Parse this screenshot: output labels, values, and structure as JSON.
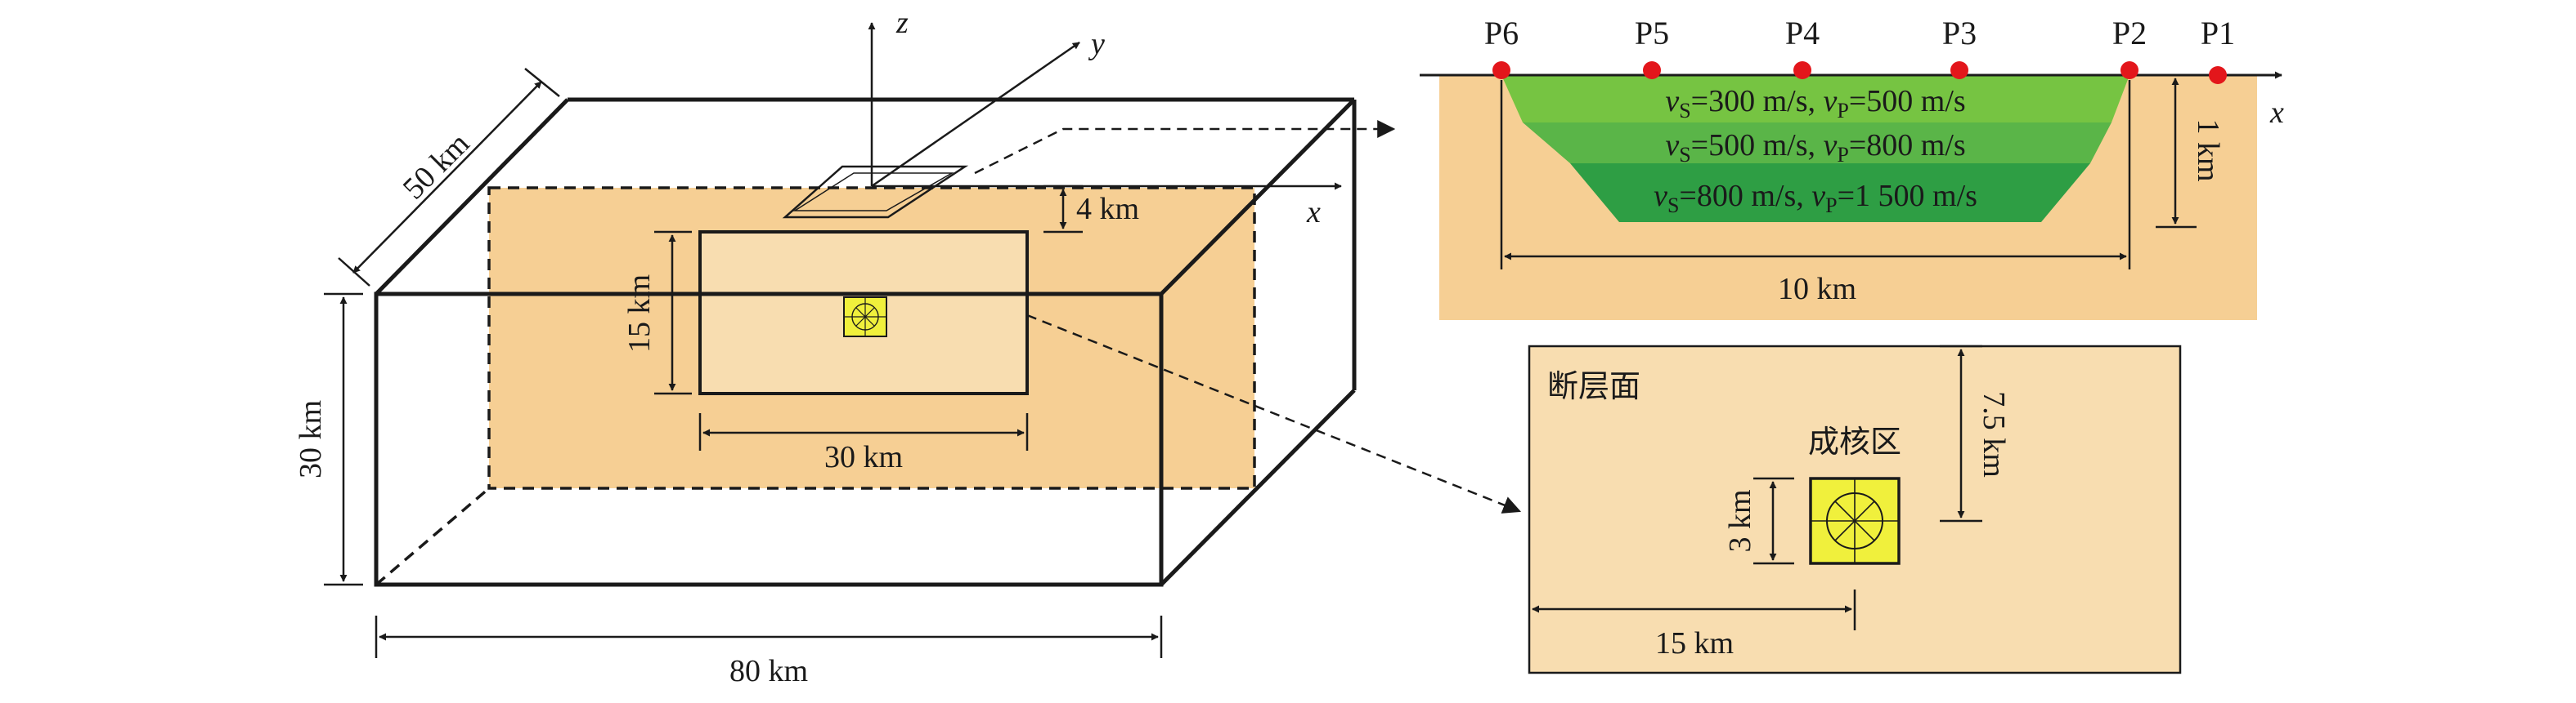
{
  "model": {
    "box_width_label": "80 km",
    "box_height_label": "30 km",
    "box_depth_label": "50 km",
    "fault_length_label": "30 km",
    "fault_width_label": "15 km",
    "fault_top_depth_label": "4 km",
    "axis_x": "x",
    "axis_y": "y",
    "axis_z": "z"
  },
  "basin": {
    "stations": [
      "P6",
      "P5",
      "P4",
      "P3",
      "P2",
      "P1"
    ],
    "layers": [
      {
        "vs_label": "v",
        "vs_sub": "S",
        "vs_value": "=300 m/s, ",
        "vp_label": "v",
        "vp_sub": "P",
        "vp_value": "=500 m/s",
        "color": "#76c442"
      },
      {
        "vs_label": "v",
        "vs_sub": "S",
        "vs_value": "=500 m/s, ",
        "vp_label": "v",
        "vp_sub": "P",
        "vp_value": "=800 m/s",
        "color": "#5ab548"
      },
      {
        "vs_label": "v",
        "vs_sub": "S",
        "vs_value": "=800 m/s, ",
        "vp_label": "v",
        "vp_sub": "P",
        "vp_value": "=1 500 m/s",
        "color": "#2e9e44"
      }
    ],
    "depth_label": "1 km",
    "width_label": "10 km",
    "axis_x": "x",
    "soil_color": "#f6cf94",
    "station_color": "#e3161b"
  },
  "fault_plane": {
    "title": "断层面",
    "nucleation_label": "成核区",
    "nucleation_size_label": "3 km",
    "nucleation_depth_label": "7.5 km",
    "nucleation_offset_label": "15 km",
    "plane_color": "#f8ddb0",
    "nucleation_color": "#f0f03c"
  }
}
